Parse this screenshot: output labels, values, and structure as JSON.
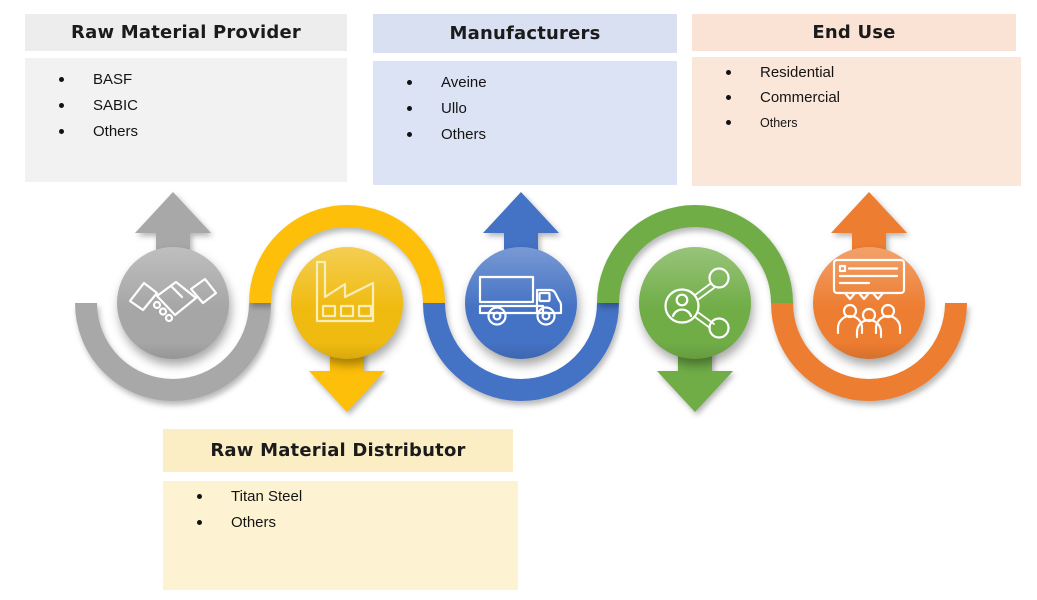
{
  "diagram": {
    "boxes": [
      {
        "id": "raw-material-provider",
        "title": "Raw Material Provider",
        "items": [
          "BASF",
          "SABIC",
          "Others"
        ],
        "header_bg": "#ededed",
        "body_bg": "#f2f2f2"
      },
      {
        "id": "manufacturers",
        "title": "Manufacturers",
        "items": [
          "Aveine",
          "Ullo",
          "Others"
        ],
        "header_bg": "#d8e0f2",
        "body_bg": "#dce3f4"
      },
      {
        "id": "end-use",
        "title": "End Use",
        "items": [
          "Residential",
          "Commercial",
          "Others"
        ],
        "header_bg": "#fae3d4",
        "body_bg": "#fbe7da"
      },
      {
        "id": "raw-material-distributor",
        "title": "Raw Material Distributor",
        "items": [
          "Titan Steel",
          "Others"
        ],
        "header_bg": "#fbeec5",
        "body_bg": "#fdf3d2"
      }
    ],
    "stages": [
      {
        "name": "raw-material-provider-stage",
        "icon": "handshake-icon",
        "arrow": "up",
        "color": "#a8a8a8",
        "circle_color": "#a6a6a6",
        "icon_stroke": "#ffffff"
      },
      {
        "name": "raw-material-distributor-stage",
        "icon": "factory-icon",
        "arrow": "down",
        "color": "#fdbf0a",
        "circle_color": "#f0bb10",
        "icon_stroke": "#f7eebc"
      },
      {
        "name": "logistics-stage",
        "icon": "truck-icon",
        "arrow": "up",
        "color": "#4472c4",
        "circle_color": "#4472c4",
        "icon_stroke": "#ffffff"
      },
      {
        "name": "distribution-stage",
        "icon": "share-icon",
        "arrow": "down",
        "color": "#70ad47",
        "circle_color": "#70ad47",
        "icon_stroke": "#ffffff"
      },
      {
        "name": "end-use-stage",
        "icon": "presentation-icon",
        "arrow": "up",
        "color": "#ed7d31",
        "circle_color": "#ed7d31",
        "icon_stroke": "#ffffff"
      }
    ]
  }
}
